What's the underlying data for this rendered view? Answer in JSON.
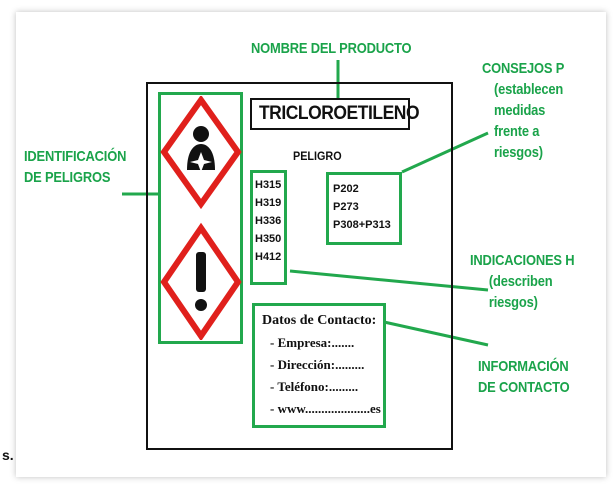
{
  "labels": {
    "product_name": "NOMBRE DEL PRODUCTO",
    "hazard_id": [
      "IDENTIFICACIÓN",
      "DE PELIGROS"
    ],
    "advice_p": [
      "CONSEJOS P",
      "(establecen",
      "medidas",
      "frente a",
      "riesgos)"
    ],
    "indications_h": [
      "INDICACIONES H",
      "(describen",
      "riesgos)"
    ],
    "contact_info": [
      "INFORMACIÓN",
      "DE CONTACTO"
    ]
  },
  "label_card": {
    "product": "TRICLOROETILENO",
    "signal_word": "PELIGRO",
    "h_codes": [
      "H315",
      "H319",
      "H336",
      "H350",
      "H412"
    ],
    "p_codes": [
      "P202",
      "P273",
      "P308+P313"
    ],
    "contact": {
      "title": "Datos de Contacto:",
      "lines": [
        "- Empresa:.......",
        "- Dirección:.........",
        "- Teléfono:.........",
        "- www....................es"
      ]
    }
  },
  "pictograms": [
    "health-hazard-icon",
    "exclamation-mark-icon"
  ],
  "stray_text": "s.",
  "colors": {
    "accent": "#22a84d",
    "pictogram_border": "#e0201c",
    "ink": "#111111"
  }
}
